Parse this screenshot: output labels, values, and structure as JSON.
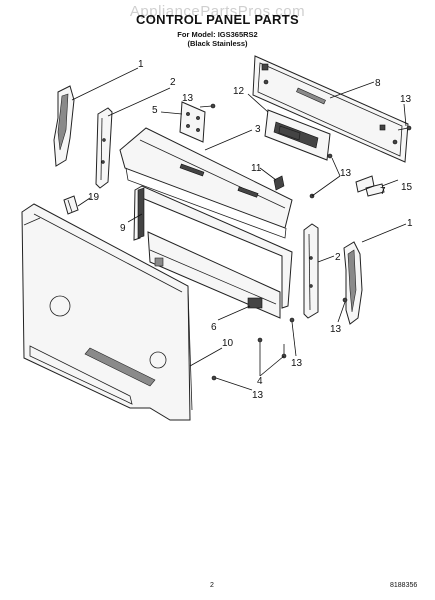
{
  "watermark": "AppliancePartsPros.com",
  "title": "CONTROL PANEL PARTS",
  "model_line": "For Model: IGS365RS2",
  "finish_line": "(Black Stainless)",
  "page_number": "2",
  "doc_number": "8188356",
  "callouts": [
    {
      "id": "c1a",
      "text": "1"
    },
    {
      "id": "c2a",
      "text": "2"
    },
    {
      "id": "c13a",
      "text": "13"
    },
    {
      "id": "c5",
      "text": "5"
    },
    {
      "id": "c12",
      "text": "12"
    },
    {
      "id": "c8",
      "text": "8"
    },
    {
      "id": "c13b",
      "text": "13"
    },
    {
      "id": "c3",
      "text": "3"
    },
    {
      "id": "c11",
      "text": "11"
    },
    {
      "id": "c13c",
      "text": "13"
    },
    {
      "id": "c7",
      "text": "7"
    },
    {
      "id": "c15",
      "text": "15"
    },
    {
      "id": "c19",
      "text": "19"
    },
    {
      "id": "c9",
      "text": "9"
    },
    {
      "id": "c2b",
      "text": "2"
    },
    {
      "id": "c1b",
      "text": "1"
    },
    {
      "id": "c6",
      "text": "6"
    },
    {
      "id": "c13d",
      "text": "13"
    },
    {
      "id": "c13e",
      "text": "13"
    },
    {
      "id": "c10",
      "text": "10"
    },
    {
      "id": "c4",
      "text": "4"
    },
    {
      "id": "c13f",
      "text": "13"
    }
  ]
}
